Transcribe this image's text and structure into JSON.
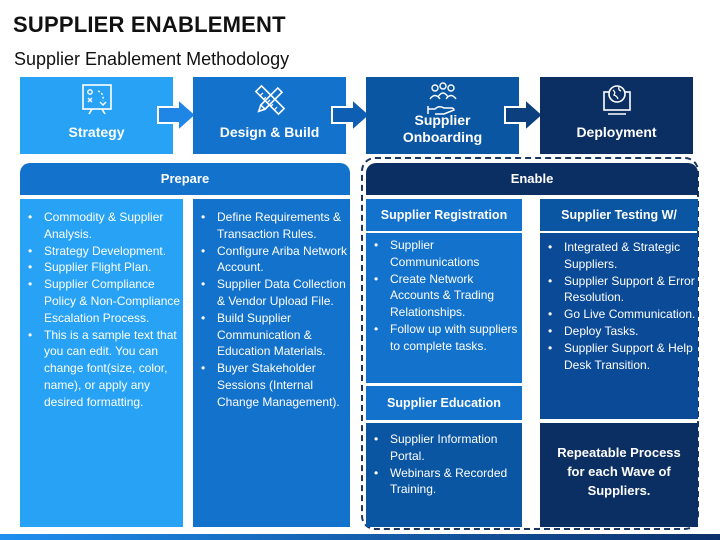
{
  "header": {
    "title": "SUPPLIER ENABLEMENT",
    "subtitle": "Supplier Enablement Methodology"
  },
  "steps": [
    {
      "label": "Strategy",
      "icon": "strategy-icon",
      "color": "#27a2f4"
    },
    {
      "label": "Design & Build",
      "icon": "design-tools-icon",
      "color": "#1372cc"
    },
    {
      "label": "Supplier\nOnboarding",
      "icon": "people-hand-icon",
      "color": "#0b56a3"
    },
    {
      "label": "Deployment",
      "icon": "globe-screen-icon",
      "color": "#0c2f63"
    }
  ],
  "prepare": {
    "title": "Prepare",
    "col1": [
      "Commodity & Supplier Analysis.",
      "Strategy Development.",
      "Supplier Flight Plan.",
      "Supplier Compliance Policy & Non-Compliance Escalation Process.",
      "This is a sample text that you can edit. You can change font(size, color, name), or apply any desired formatting."
    ],
    "col2": [
      "Define Requirements & Transaction Rules.",
      "Configure Ariba Network Account.",
      "Supplier Data Collection & Vendor Upload File.",
      "Build Supplier Communication & Education Materials.",
      "Buyer Stakeholder Sessions (Internal Change Management)."
    ]
  },
  "enable": {
    "title": "Enable",
    "registration": {
      "title": "Supplier Registration",
      "items": [
        "Supplier Communications",
        "Create Network Accounts & Trading Relationships.",
        "Follow up with suppliers to complete tasks."
      ]
    },
    "education": {
      "title": "Supplier Education",
      "items": [
        "Supplier Information Portal.",
        "Webinars & Recorded Training."
      ]
    },
    "testing": {
      "title": "Supplier Testing W/",
      "items": [
        "Integrated & Strategic Suppliers.",
        "Supplier Support & Error Resolution.",
        "Go Live Communication.",
        "Deploy Tasks.",
        "Supplier Support & Help Desk Transition."
      ]
    },
    "repeatable": "Repeatable Process for each Wave of Suppliers."
  }
}
